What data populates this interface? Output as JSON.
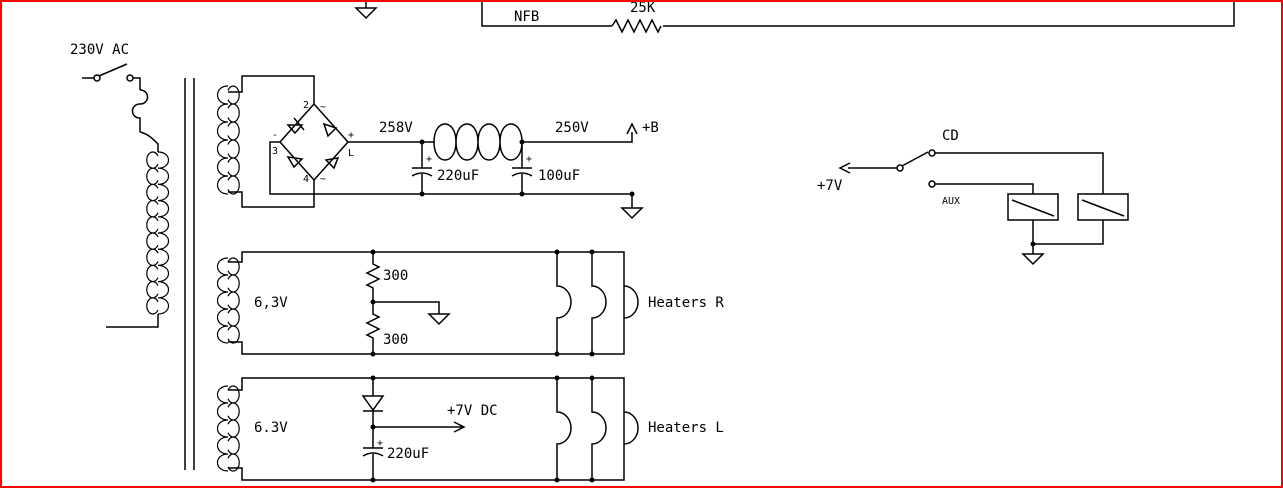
{
  "colors": {
    "frame": "#ff0000",
    "ink": "#000000",
    "background": "#ffffff"
  },
  "labels": {
    "mains": "230V AC",
    "nfb": "NFB",
    "nfb_resistor": "25K",
    "pre_choke_voltage": "258V",
    "post_choke_voltage": "250V",
    "b_plus": "+B",
    "cap_220": "220uF",
    "cap_100": "100uF",
    "heater_voltage_r": "6,3V",
    "heater_voltage_l": "6.3V",
    "res_top": "300",
    "res_bottom": "300",
    "heaters_r": "Heaters R",
    "heaters_l": "Heaters L",
    "dc_out": "+7V DC",
    "cap_heater": "220uF",
    "switch_cd": "CD",
    "switch_aux": "AUX",
    "relay_supply": "+7V"
  },
  "bridge_pins": [
    "2",
    "3",
    "4",
    "+",
    "L",
    "~",
    "~",
    "-"
  ],
  "icons": [
    "ground-symbol",
    "relay-coil",
    "diode",
    "switch",
    "fuse",
    "inductor",
    "capacitor",
    "resistor"
  ]
}
